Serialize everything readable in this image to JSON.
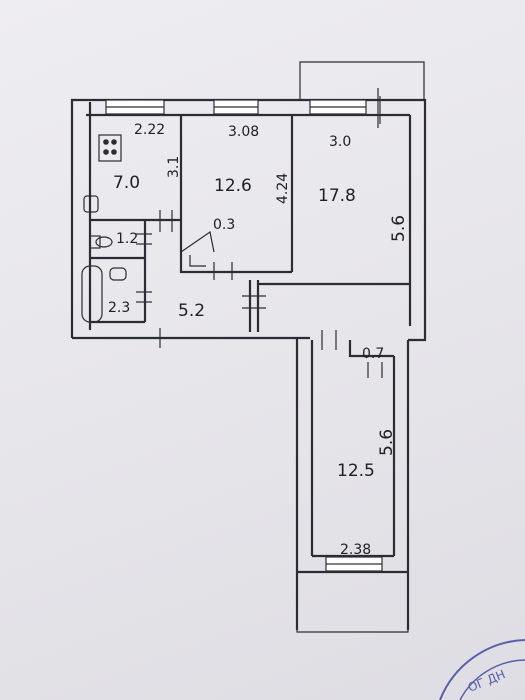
{
  "plan": {
    "rooms": {
      "kitchen_area": "7.0",
      "room1_area": "12.6",
      "room2_area": "17.8",
      "bathroom_area": "2.3",
      "toilet_area": "1.2",
      "hall_area": "5.2",
      "closet1_area": "0.3",
      "closet2_area": "0.7",
      "room3_area": "12.5"
    },
    "dimensions": {
      "kitchen_width": "2.22",
      "kitchen_depth": "3.1",
      "room1_width": "3.08",
      "room1_depth": "4.24",
      "room2_width": "3.0",
      "room2_depth": "5.6",
      "room3_depth": "5.6",
      "room3_width": "2.38"
    },
    "stamp_text": "ОГ ДН"
  },
  "colors": {
    "ink": "#2c2c34",
    "stamp": "#5a5fa8"
  }
}
